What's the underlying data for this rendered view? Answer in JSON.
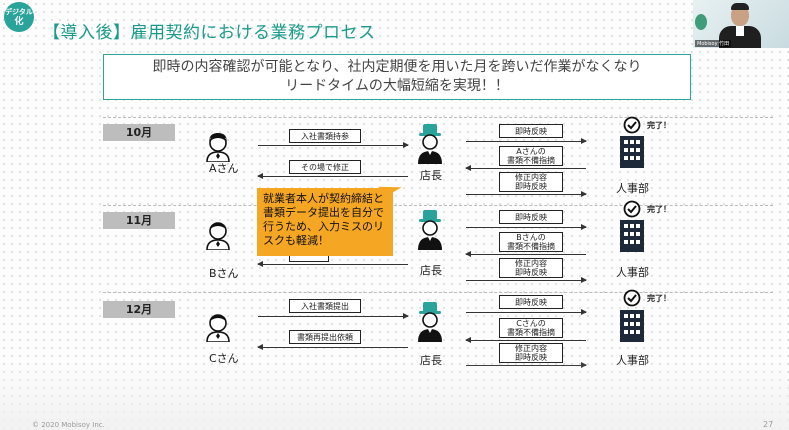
{
  "header": {
    "logo_text_1": "デジタル",
    "logo_text_2": "化",
    "title_bracket": "【導入後】",
    "title_text": "雇用契約における業務プロセス"
  },
  "callout": {
    "line1": "即時の内容確認が可能となり、社内定期便を用いた月を跨いだ作業がなくなり",
    "line2": "リードタイムの大幅短縮を実現！！"
  },
  "rows": [
    {
      "month": "10月",
      "person": "Aさん",
      "left_top_box": "入社書類持参",
      "left_bottom_box": "その場で修正",
      "store": "店長",
      "right_top_box": "即時反映",
      "right_mid_box_1": "Aさんの",
      "right_mid_box_2": "書類不備指摘",
      "right_bottom_box_1": "修正内容",
      "right_bottom_box_2": "即時反映",
      "done": "完了！",
      "hr": "人事部"
    },
    {
      "month": "11月",
      "person": "Bさん",
      "left_top_box": "",
      "left_bottom_box": "",
      "store": "店長",
      "right_top_box": "即時反映",
      "right_mid_box_1": "Bさんの",
      "right_mid_box_2": "書類不備指摘",
      "right_bottom_box_1": "修正内容",
      "right_bottom_box_2": "即時反映",
      "done": "完了！",
      "hr": "人事部"
    },
    {
      "month": "12月",
      "person": "Cさん",
      "left_top_box": "入社書類提出",
      "left_bottom_box": "書類再提出依頼",
      "store": "店長",
      "right_top_box": "即時反映",
      "right_mid_box_1": "Cさんの",
      "right_mid_box_2": "書類不備指摘",
      "right_bottom_box_1": "修正内容",
      "right_bottom_box_2": "即時反映",
      "done": "完了！",
      "hr": "人事部"
    }
  ],
  "note": {
    "text": "就業者本人が契約締結と書類データ提出を自分で行うため、入力ミスのリスクも軽減！"
  },
  "footer": {
    "copyright": "© 2020 Mobisoy Inc.",
    "page": "27"
  },
  "webcam": {
    "name_tag": "Mobisoy 竹田"
  },
  "colors": {
    "accent": "#2aa39a",
    "month_bg": "#bdbdbd",
    "note_bg": "#f5a623"
  }
}
